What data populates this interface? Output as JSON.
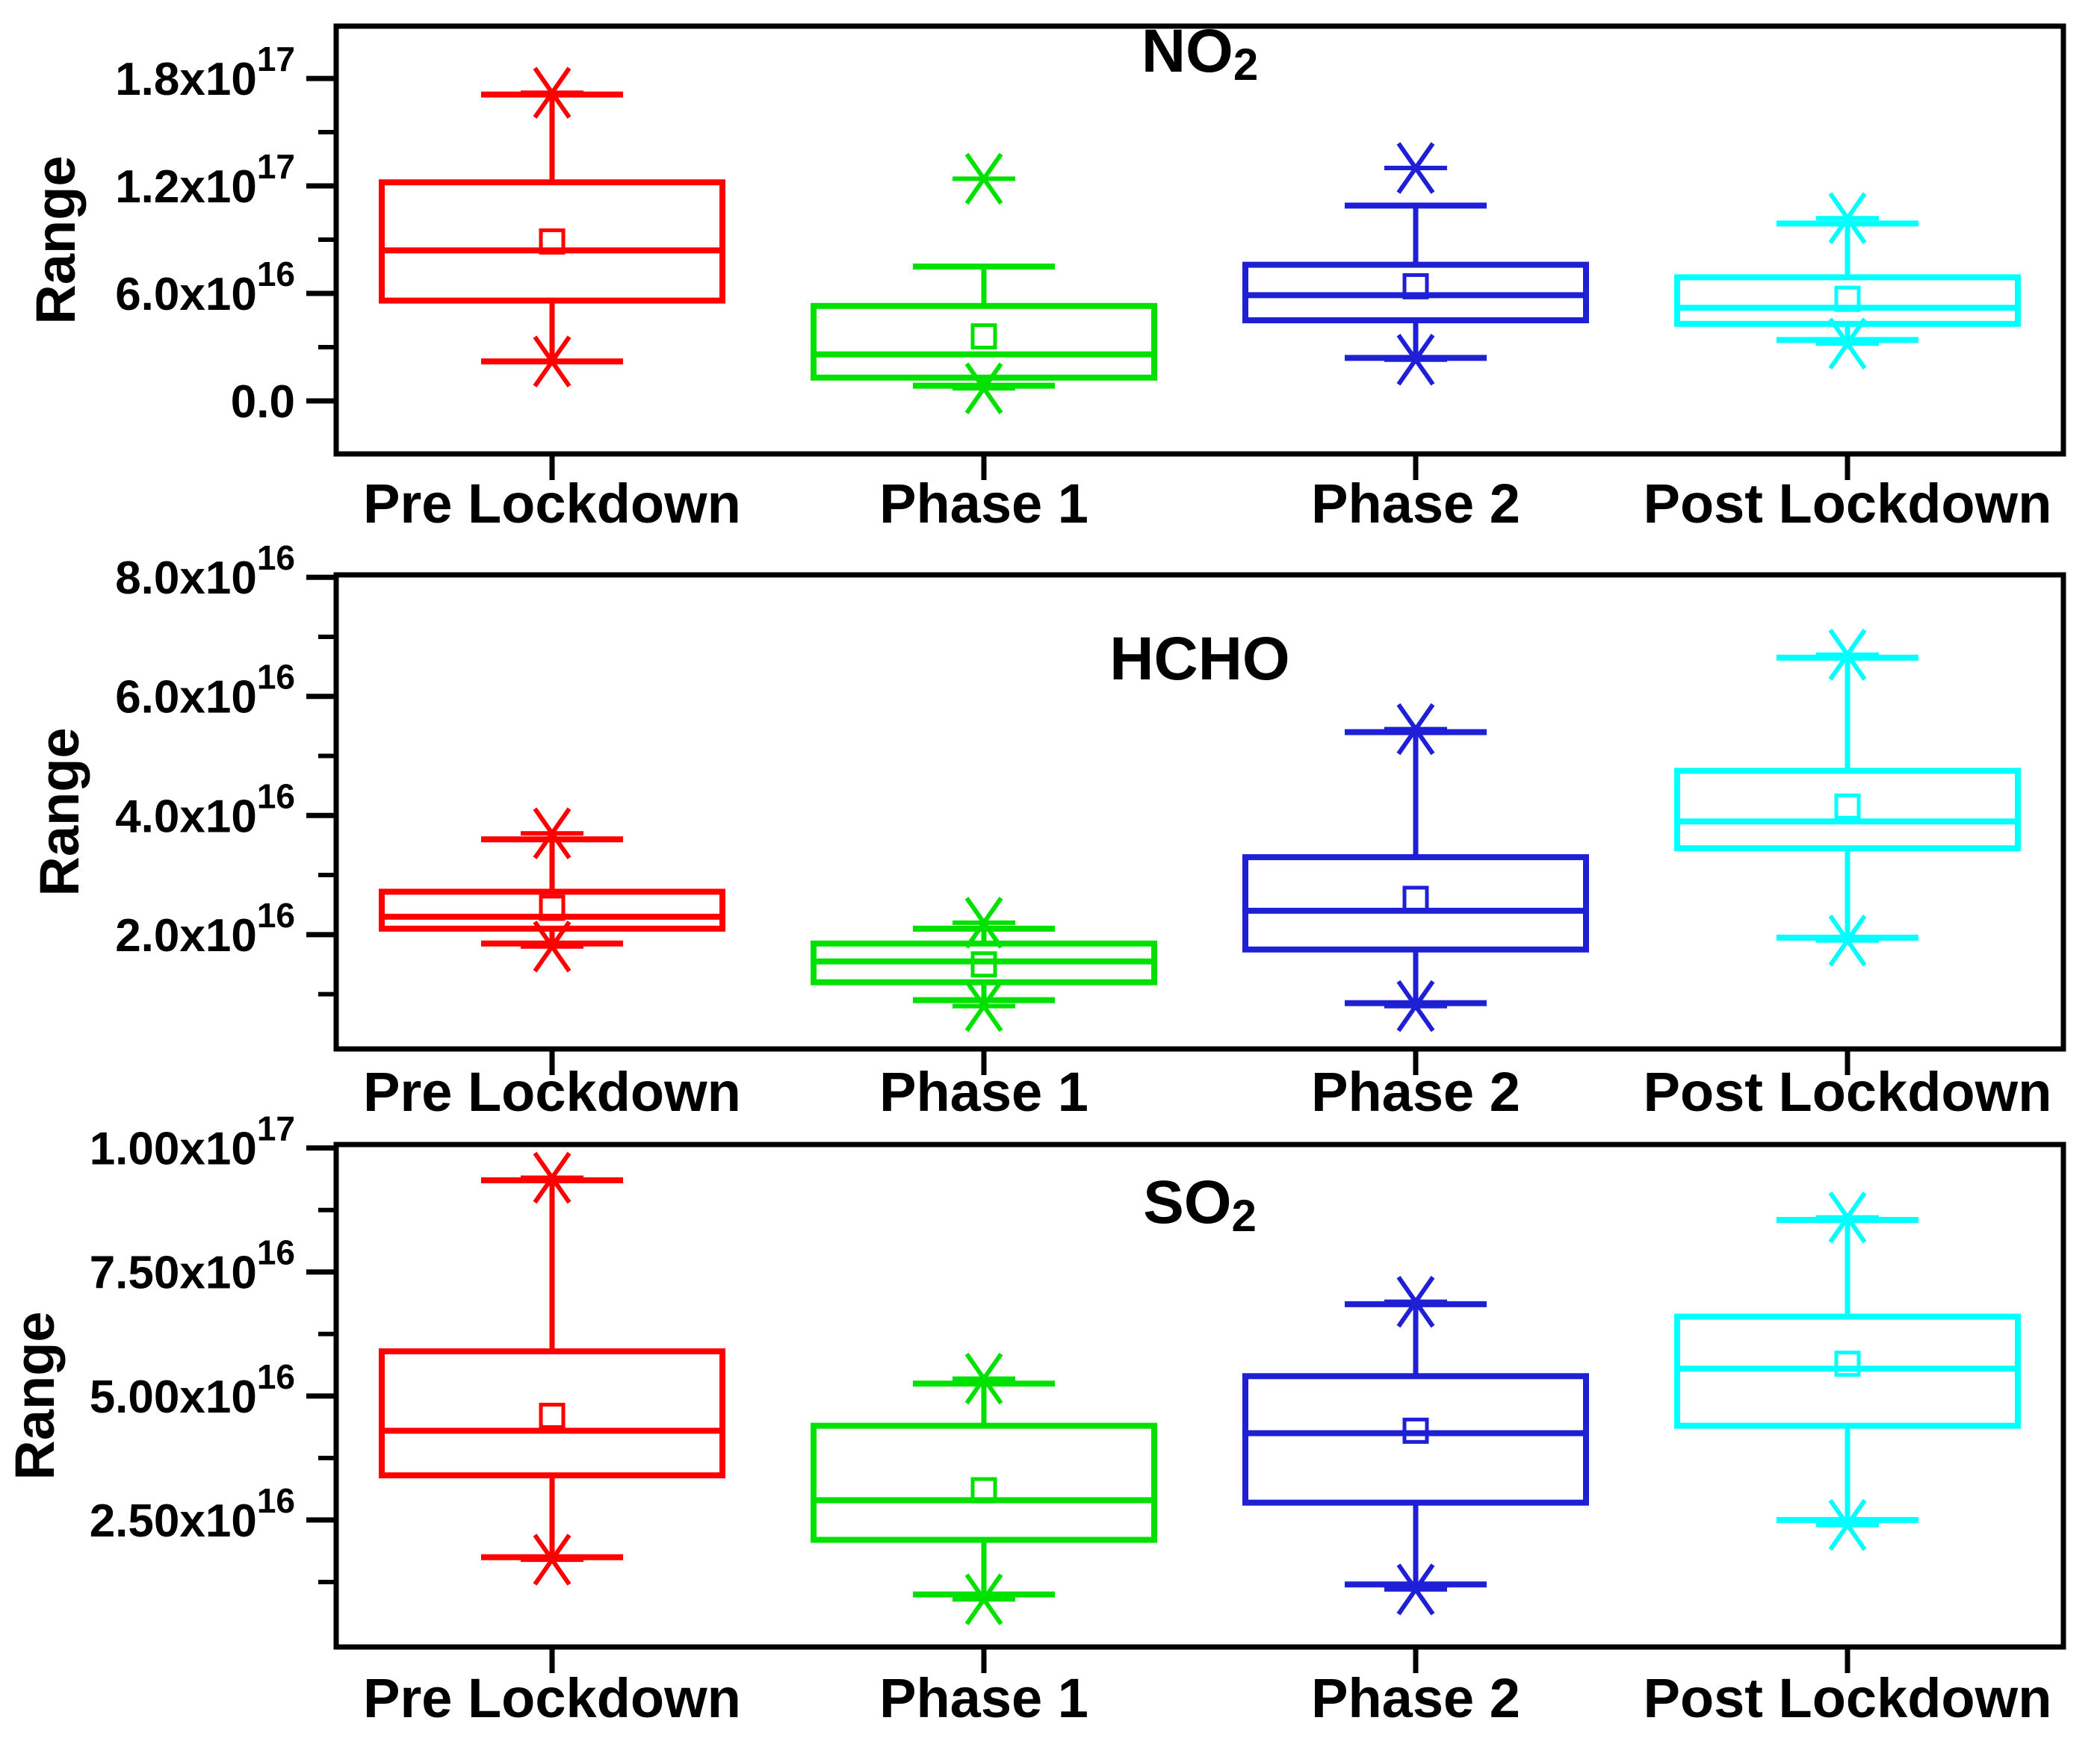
{
  "figure": {
    "background": "#ffffff",
    "ylabel": "Range",
    "categories": [
      "Pre Lockdown",
      "Phase 1",
      "Phase 2",
      "Post Lockdown"
    ],
    "colors": {
      "pre_lockdown": "#FF0000",
      "phase_1": "#00E100",
      "phase_2": "#1F1FD6",
      "post_lockdown": "#00FFFF",
      "axis": "#000000"
    }
  },
  "chart_data": [
    {
      "type": "box",
      "title_base": "NO",
      "title_sub": "2",
      "ylabel": "Range",
      "xlabel": "",
      "categories": [
        "Pre Lockdown",
        "Phase 1",
        "Phase 2",
        "Post Lockdown"
      ],
      "value_unit_exponent": 16,
      "ylim": [
        -2.96,
        20.92
      ],
      "yticks": [
        {
          "value": 18,
          "mantissa": "1.8x10",
          "exponent": "17"
        },
        {
          "value": 12,
          "mantissa": "1.2x10",
          "exponent": "17"
        },
        {
          "value": 6,
          "mantissa": "6.0x10",
          "exponent": "16"
        },
        {
          "value": 0,
          "mantissa": "0.0",
          "exponent": ""
        }
      ],
      "minor_tick_values": [
        3,
        9,
        15
      ],
      "series": [
        {
          "name": "Pre Lockdown",
          "color": "#FF0000",
          "min": 2.2,
          "whisker_low": 2.2,
          "q1": 5.6,
          "median": 8.4,
          "mean": 8.9,
          "q3": 12.2,
          "whisker_high": 17.1,
          "max": 17.2
        },
        {
          "name": "Phase 1",
          "color": "#00E100",
          "min": 0.7,
          "whisker_low": 0.85,
          "q1": 1.3,
          "median": 2.6,
          "mean": 3.6,
          "q3": 5.3,
          "whisker_high": 7.5,
          "max": 12.4
        },
        {
          "name": "Phase 2",
          "color": "#1F1FD6",
          "min": 2.3,
          "whisker_low": 2.4,
          "q1": 4.5,
          "median": 5.9,
          "mean": 6.4,
          "q3": 7.6,
          "whisker_high": 10.9,
          "max": 13.0
        },
        {
          "name": "Post Lockdown",
          "color": "#00FFFF",
          "min": 3.2,
          "whisker_low": 3.4,
          "q1": 4.3,
          "median": 5.2,
          "mean": 5.7,
          "q3": 6.9,
          "whisker_high": 9.9,
          "max": 10.2
        }
      ]
    },
    {
      "type": "box",
      "title_base": "HCHO",
      "title_sub": "",
      "ylabel": "Range",
      "xlabel": "",
      "categories": [
        "Pre Lockdown",
        "Phase 1",
        "Phase 2",
        "Post Lockdown"
      ],
      "value_unit_exponent": 16,
      "ylim": [
        0.08,
        8.04
      ],
      "yticks": [
        {
          "value": 8,
          "mantissa": "8.0x10",
          "exponent": "16"
        },
        {
          "value": 6,
          "mantissa": "6.0x10",
          "exponent": "16"
        },
        {
          "value": 4,
          "mantissa": "4.0x10",
          "exponent": "16"
        },
        {
          "value": 2,
          "mantissa": "2.0x10",
          "exponent": "16"
        }
      ],
      "minor_tick_values": [
        1,
        3,
        5,
        7
      ],
      "series": [
        {
          "name": "Pre Lockdown",
          "color": "#FF0000",
          "min": 1.8,
          "whisker_low": 1.85,
          "q1": 2.1,
          "median": 2.3,
          "mean": 2.45,
          "q3": 2.72,
          "whisker_high": 3.6,
          "max": 3.7
        },
        {
          "name": "Phase 1",
          "color": "#00E100",
          "min": 0.8,
          "whisker_low": 0.9,
          "q1": 1.2,
          "median": 1.55,
          "mean": 1.5,
          "q3": 1.85,
          "whisker_high": 2.1,
          "max": 2.2
        },
        {
          "name": "Phase 2",
          "color": "#1F1FD6",
          "min": 0.8,
          "whisker_low": 0.85,
          "q1": 1.75,
          "median": 2.4,
          "mean": 2.6,
          "q3": 3.3,
          "whisker_high": 5.4,
          "max": 5.45
        },
        {
          "name": "Post Lockdown",
          "color": "#00FFFF",
          "min": 1.9,
          "whisker_low": 1.95,
          "q1": 3.45,
          "median": 3.9,
          "mean": 4.15,
          "q3": 4.75,
          "whisker_high": 6.65,
          "max": 6.7
        }
      ]
    },
    {
      "type": "box",
      "title_base": "SO",
      "title_sub": "2",
      "ylabel": "Range",
      "xlabel": "",
      "categories": [
        "Pre Lockdown",
        "Phase 1",
        "Phase 2",
        "Post Lockdown"
      ],
      "value_unit_exponent": 16,
      "ylim": [
        -0.06,
        10.07
      ],
      "yticks": [
        {
          "value": 10,
          "mantissa": "1.00x10",
          "exponent": "17"
        },
        {
          "value": 7.5,
          "mantissa": "7.50x10",
          "exponent": "16"
        },
        {
          "value": 5,
          "mantissa": "5.00x10",
          "exponent": "16"
        },
        {
          "value": 2.5,
          "mantissa": "2.50x10",
          "exponent": "16"
        }
      ],
      "minor_tick_values": [
        1.25,
        3.75,
        6.25,
        8.75
      ],
      "series": [
        {
          "name": "Pre Lockdown",
          "color": "#FF0000",
          "min": 1.7,
          "whisker_low": 1.75,
          "q1": 3.4,
          "median": 4.3,
          "mean": 4.6,
          "q3": 5.9,
          "whisker_high": 9.35,
          "max": 9.4
        },
        {
          "name": "Phase 1",
          "color": "#00E100",
          "min": 0.9,
          "whisker_low": 1.0,
          "q1": 2.1,
          "median": 2.9,
          "mean": 3.1,
          "q3": 4.4,
          "whisker_high": 5.25,
          "max": 5.35
        },
        {
          "name": "Phase 2",
          "color": "#1F1FD6",
          "min": 1.1,
          "whisker_low": 1.2,
          "q1": 2.85,
          "median": 4.25,
          "mean": 4.3,
          "q3": 5.4,
          "whisker_high": 6.85,
          "max": 6.9
        },
        {
          "name": "Post Lockdown",
          "color": "#00FFFF",
          "min": 2.4,
          "whisker_low": 2.5,
          "q1": 4.4,
          "median": 5.55,
          "mean": 5.65,
          "q3": 6.6,
          "whisker_high": 8.55,
          "max": 8.6
        }
      ]
    }
  ]
}
